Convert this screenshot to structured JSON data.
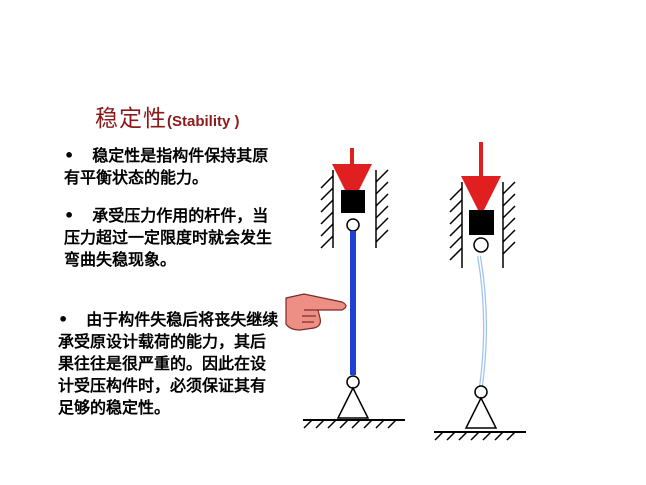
{
  "title": {
    "chinese": "稳定性",
    "english": "(Stability )"
  },
  "bullets": [
    {
      "marker": "•",
      "text": "稳定性是指构件保持其原有平衡状态的能力。"
    },
    {
      "marker": "•",
      "text": "承受压力作用的杆件，当压力超过一定限度时就会发生弯曲失稳现象。"
    },
    {
      "marker": "•",
      "text": "由于构件失稳后将丧失继续承受原设计载荷的能力，其后果往往是很严重的。因此在设计受压构件时，必须保证其有足够的稳定性。"
    }
  ],
  "colors": {
    "title": "#8b1a1a",
    "load_arrow": "#e02020",
    "straight_column": "#1f3fd6",
    "buckled_column": "#9ec3f0",
    "pointing_hand": "#ee8f86"
  },
  "icons": {
    "pointer": "pointing-hand-icon"
  }
}
